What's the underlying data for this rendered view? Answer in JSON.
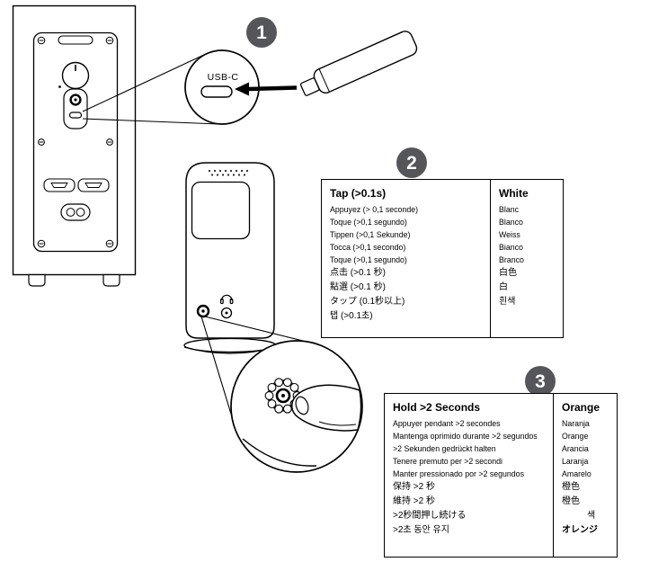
{
  "steps": {
    "one": "1",
    "two": "2",
    "three": "3"
  },
  "usb_label": "USB-C",
  "icons": {
    "rear_panel": "rear-panel-illustration",
    "usb_dongle": "usb-dongle-illustration",
    "front_device": "front-device-illustration",
    "finger_press": "finger-press-magnifier"
  },
  "colors": {
    "badge_gray": "#55565a",
    "line": "#000000"
  },
  "tap_table": {
    "action_title": "Tap (>0.1s)",
    "action_rows": [
      "Appuyez (> 0,1 seconde)",
      "Toque (>0,1 segundo)",
      "Tippen (>0,1 Sekunde)",
      "Tocca (>0,1 secondo)",
      "Toque (>0,1 segundo)",
      "点击 (>0.1 秒)",
      "點選 (>0.1 秒)",
      "タップ (0.1秒以上)",
      "탭 (>0.1초)"
    ],
    "color_title": "White",
    "color_rows": [
      "Blanc",
      "Blanco",
      "Weiss",
      "Bianco",
      "Branco",
      "白色",
      "白",
      "흰색"
    ]
  },
  "hold_table": {
    "action_title": "Hold >2 Seconds",
    "action_rows": [
      "Appuyer pendant >2 secondes",
      "Mantenga oprimido durante >2 segundos",
      ">2 Sekunden gedrückt halten",
      "Tenere premuto per >2 secondi",
      "Manter pressionado por >2 segundos",
      "保持 >2 秒",
      "維持 >2 秒",
      ">2秒間押し続ける",
      ">2초 동안 유지"
    ],
    "color_title": "Orange",
    "color_rows": [
      "Naranja",
      "Orange",
      "Arancia",
      "Laranja",
      "Amarelo",
      "橙色",
      "橙色",
      "색",
      "オレンジ"
    ]
  }
}
